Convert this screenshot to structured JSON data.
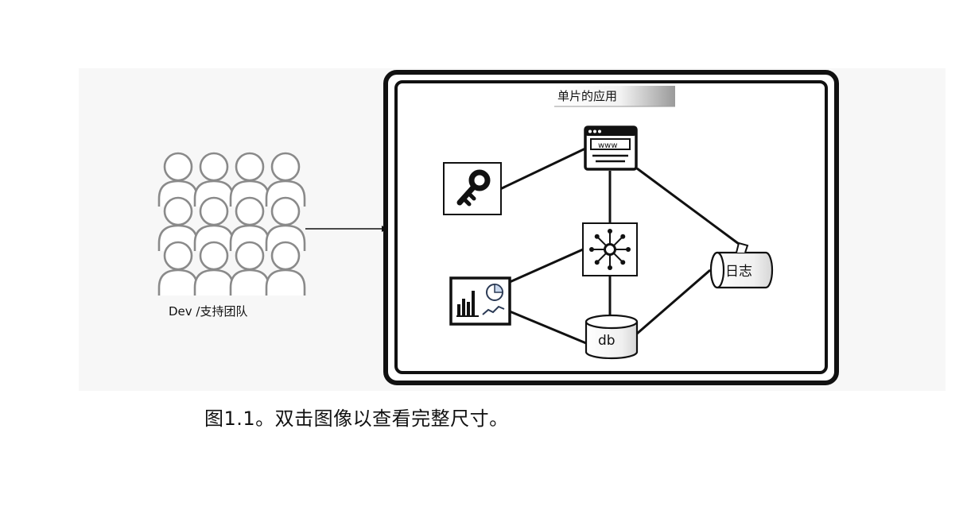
{
  "diagram": {
    "team_label": "Dev /支持团队",
    "app_title": "单片的应用",
    "web_icon_text": "www",
    "log_label": "日志",
    "db_label": "db"
  },
  "caption": "图1.1。双击图像以查看完整尺寸。"
}
